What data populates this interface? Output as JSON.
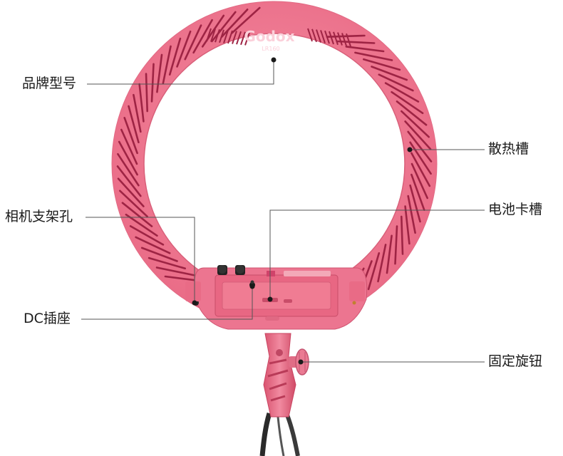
{
  "product": {
    "brand_logo": "Godox",
    "model_text": "LR160",
    "body_color": "#f07c93",
    "body_dark": "#b83a57",
    "slot_color": "#9e2444"
  },
  "callouts": [
    {
      "id": "brand-model",
      "label": "品牌型号"
    },
    {
      "id": "heat-sink",
      "label": "散热槽"
    },
    {
      "id": "camera-mount-hole",
      "label": "相机支架孔"
    },
    {
      "id": "battery-slot",
      "label": "电池卡槽"
    },
    {
      "id": "dc-socket",
      "label": "DC插座"
    },
    {
      "id": "locking-knob",
      "label": "固定旋钮"
    }
  ]
}
